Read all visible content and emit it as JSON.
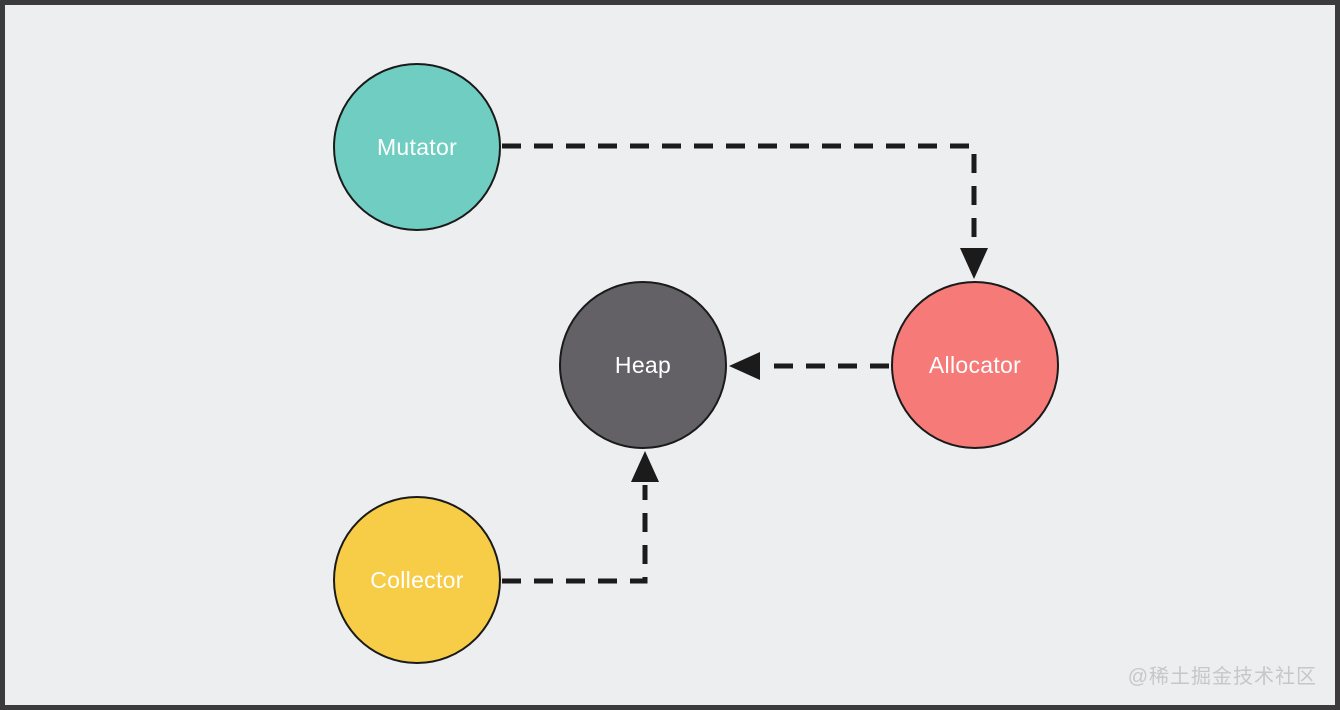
{
  "diagram": {
    "type": "flow-diagram",
    "background_color": "#edeef0",
    "frame_color": "#3b3b3d",
    "edge_color": "#1b1b1b",
    "edge_style": "dashed",
    "nodes": [
      {
        "id": "mutator",
        "label": "Mutator",
        "shape": "circle",
        "fill": "#6fcec1",
        "text_color": "#ffffff"
      },
      {
        "id": "heap",
        "label": "Heap",
        "shape": "circle",
        "fill": "#636066",
        "text_color": "#ffffff"
      },
      {
        "id": "allocator",
        "label": "Allocator",
        "shape": "circle",
        "fill": "#f57a78",
        "text_color": "#ffffff"
      },
      {
        "id": "collector",
        "label": "Collector",
        "shape": "circle",
        "fill": "#f7cc47",
        "text_color": "#ffffff"
      }
    ],
    "edges": [
      {
        "from": "mutator",
        "to": "allocator",
        "style": "dashed",
        "arrow": "to",
        "route": "right-then-down"
      },
      {
        "from": "allocator",
        "to": "heap",
        "style": "dashed",
        "arrow": "to",
        "route": "left"
      },
      {
        "from": "collector",
        "to": "heap",
        "style": "dashed",
        "arrow": "to",
        "route": "right-then-up"
      }
    ]
  },
  "watermark": {
    "text": "@稀土掘金技术社区",
    "color": "#c7c7cb"
  }
}
